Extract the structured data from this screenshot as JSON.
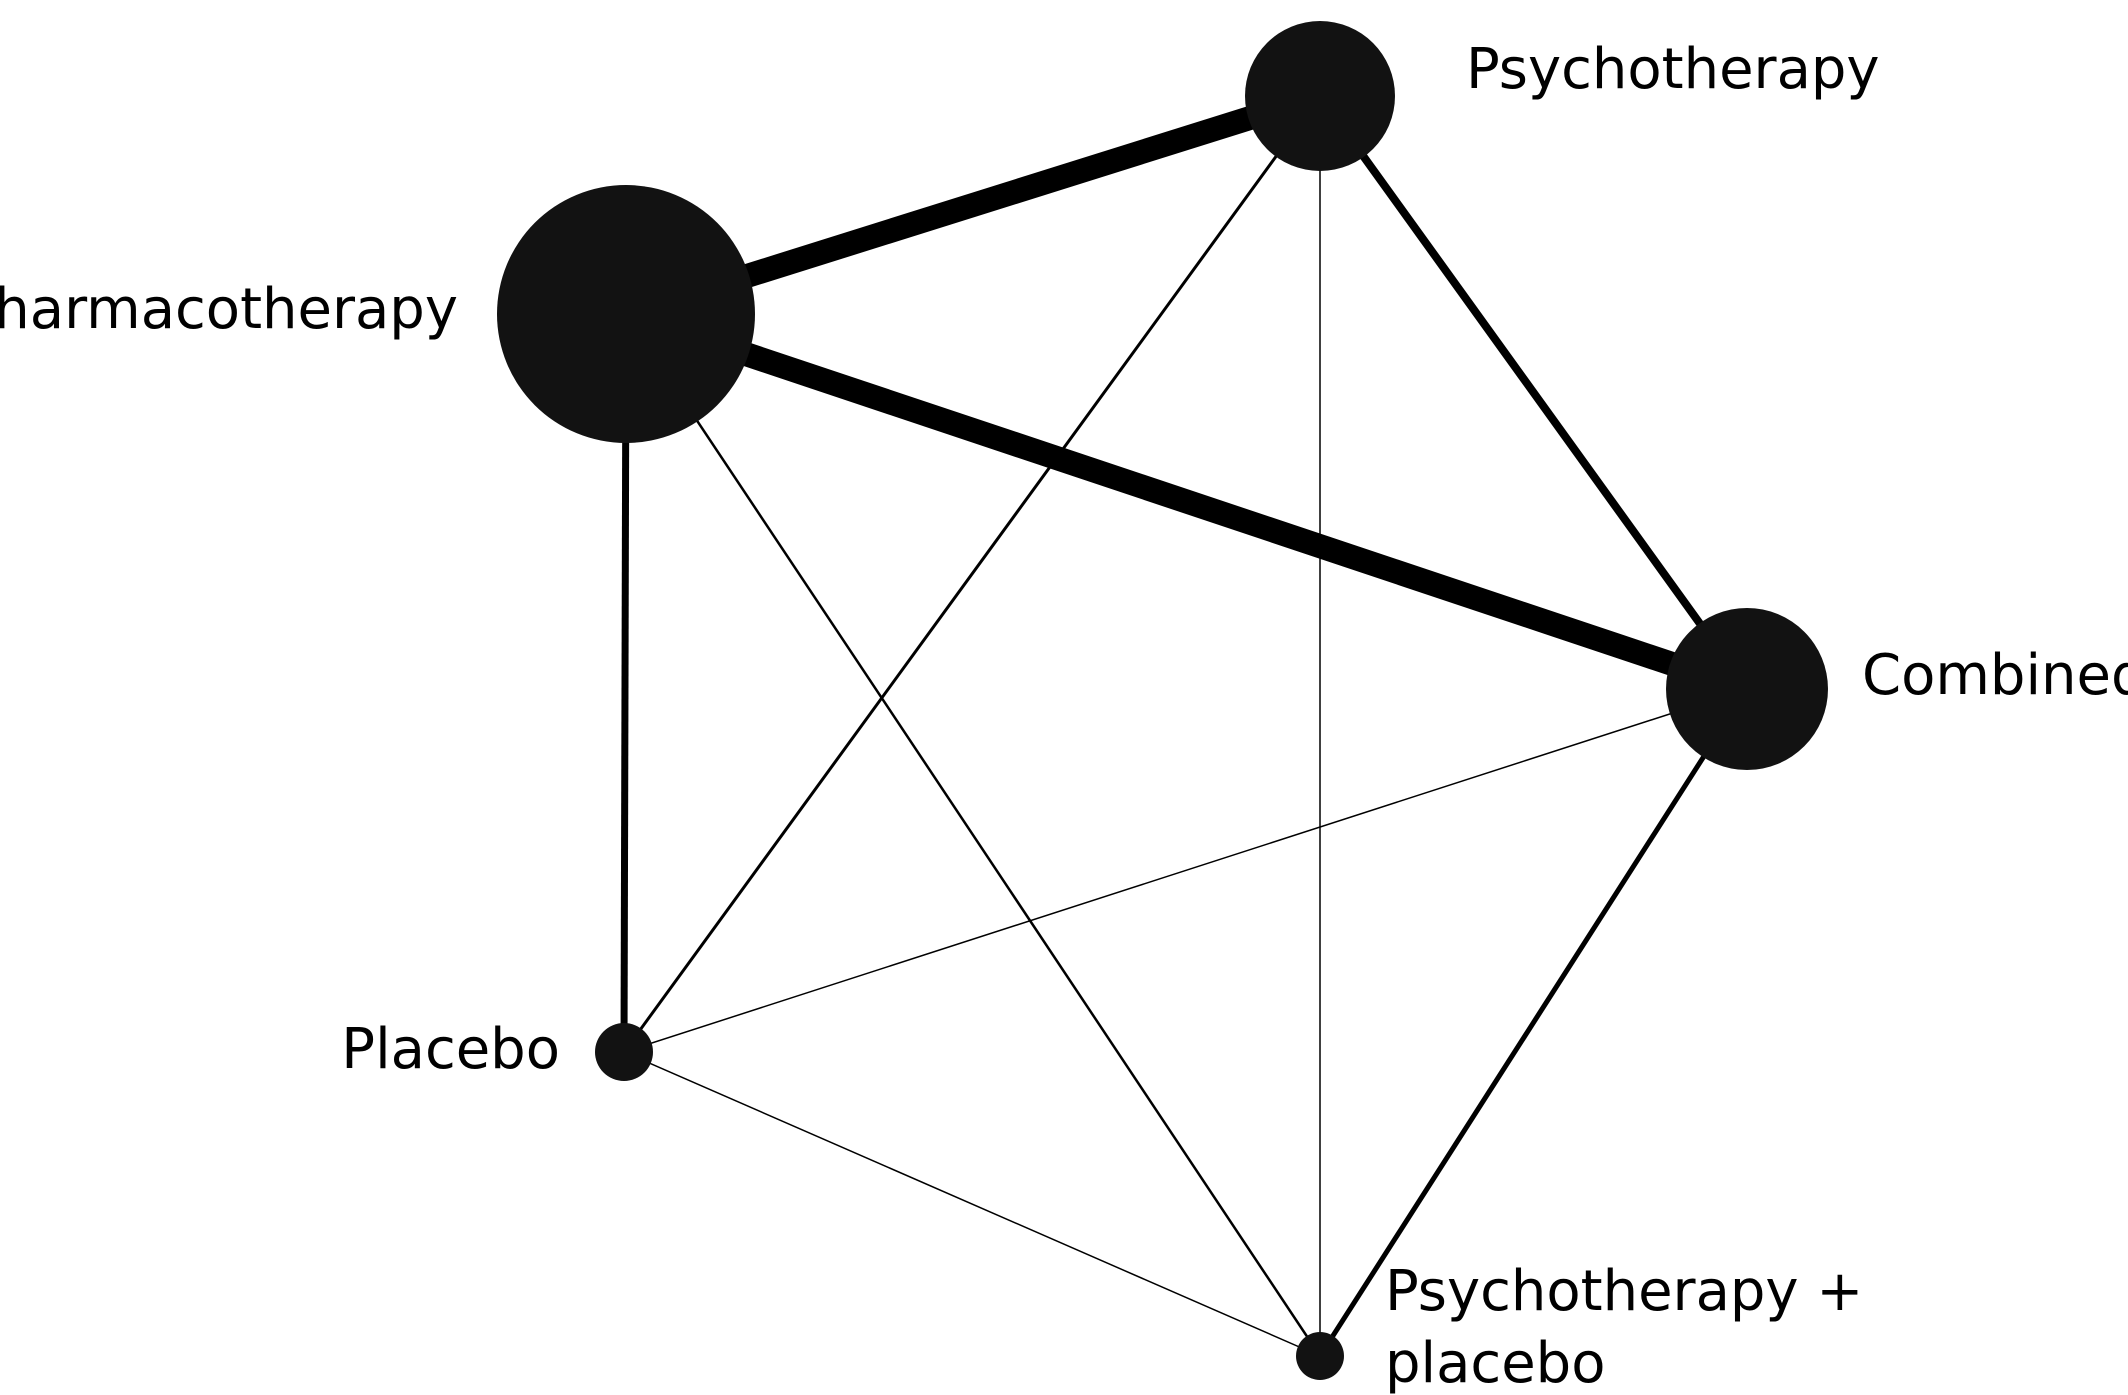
{
  "nodes": [
    {
      "id": "psychotherapy",
      "label_lines": [
        "Psychotherapy"
      ]
    },
    {
      "id": "pharmacotherapy",
      "label_lines": [
        "Pharmacotherapy"
      ]
    },
    {
      "id": "combined",
      "label_lines": [
        "Combined"
      ]
    },
    {
      "id": "placebo",
      "label_lines": [
        "Placebo"
      ]
    },
    {
      "id": "psychotherapy-placebo",
      "label_lines": [
        "Psychotherapy +",
        "placebo"
      ]
    }
  ],
  "edges": [
    {
      "from": "pharmacotherapy",
      "to": "psychotherapy"
    },
    {
      "from": "pharmacotherapy",
      "to": "combined"
    },
    {
      "from": "pharmacotherapy",
      "to": "placebo"
    },
    {
      "from": "pharmacotherapy",
      "to": "psychotherapy-placebo"
    },
    {
      "from": "psychotherapy",
      "to": "combined"
    },
    {
      "from": "psychotherapy",
      "to": "placebo"
    },
    {
      "from": "psychotherapy",
      "to": "psychotherapy-placebo"
    },
    {
      "from": "combined",
      "to": "placebo"
    },
    {
      "from": "combined",
      "to": "psychotherapy-placebo"
    },
    {
      "from": "placebo",
      "to": "psychotherapy-placebo"
    }
  ],
  "colors": {
    "node": "#121212",
    "edge": "#000000",
    "text": "#000000",
    "background": "#ffffff"
  }
}
